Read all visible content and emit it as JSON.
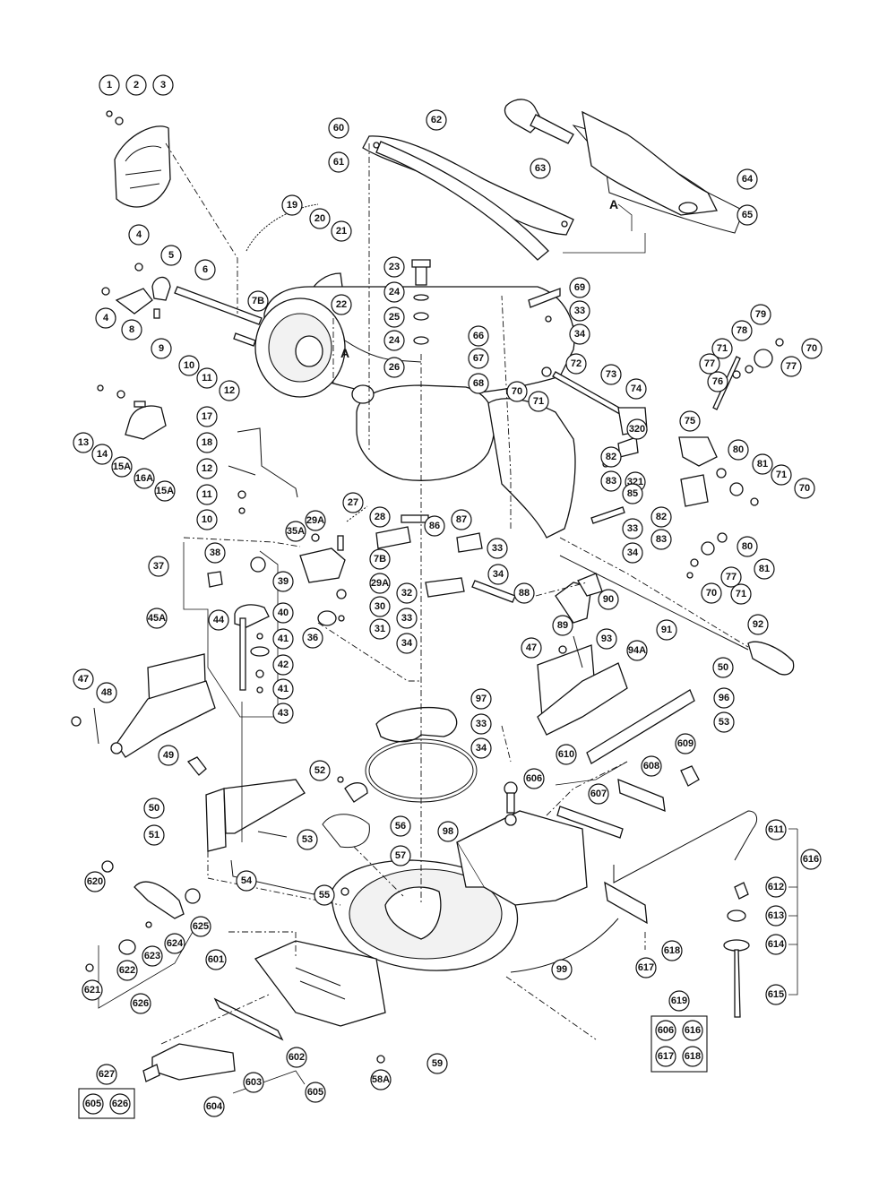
{
  "view_marker": "A",
  "callouts": [
    "1",
    "2",
    "3",
    "4",
    "4",
    "5",
    "6",
    "7B",
    "8",
    "9",
    "10",
    "11",
    "12",
    "17",
    "13",
    "14",
    "15A",
    "16A",
    "15A",
    "18",
    "12",
    "11",
    "10",
    "19",
    "20",
    "21",
    "22",
    "23",
    "24",
    "25",
    "24",
    "26",
    "60",
    "61",
    "62",
    "63",
    "64",
    "65",
    "66",
    "67",
    "68",
    "69",
    "33",
    "34",
    "70",
    "71",
    "72",
    "73",
    "74",
    "320",
    "82",
    "83",
    "75",
    "80",
    "81",
    "71",
    "70",
    "76",
    "77",
    "78",
    "79",
    "77",
    "71",
    "70",
    "321",
    "82",
    "83",
    "80",
    "81",
    "77",
    "70",
    "71",
    "85",
    "33",
    "34",
    "86",
    "87",
    "33",
    "34",
    "27",
    "28",
    "29A",
    "35A",
    "7B",
    "29A",
    "30",
    "31",
    "36",
    "32",
    "33",
    "34",
    "88",
    "89",
    "90",
    "91",
    "92",
    "37",
    "38",
    "39",
    "40",
    "44",
    "41",
    "42",
    "41",
    "43",
    "45A",
    "47",
    "48",
    "49",
    "93",
    "94A",
    "47",
    "50",
    "96",
    "53",
    "97",
    "33",
    "34",
    "98",
    "52",
    "56",
    "57",
    "50",
    "51",
    "53",
    "54",
    "55",
    "606",
    "610",
    "607",
    "608",
    "609",
    "611",
    "612",
    "613",
    "614",
    "615",
    "616",
    "617",
    "618",
    "99",
    "620",
    "625",
    "624",
    "623",
    "622",
    "621",
    "626",
    "601",
    "602",
    "59",
    "58A",
    "603",
    "604",
    "605"
  ],
  "kit_619": {
    "title": "619",
    "items": [
      "606",
      "616",
      "617",
      "618"
    ]
  },
  "kit_627": {
    "title": "627",
    "items": [
      "605",
      "626"
    ]
  }
}
